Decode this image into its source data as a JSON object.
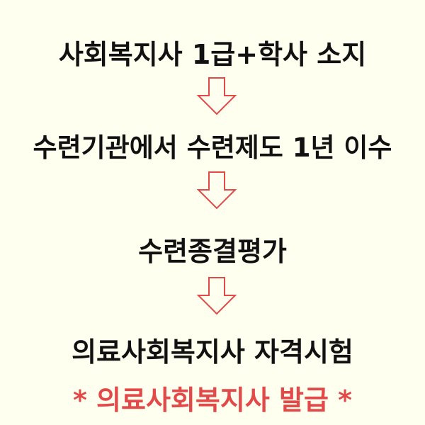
{
  "steps": [
    {
      "label": "사회복지사 1급+학사 소지"
    },
    {
      "label": "수련기관에서 수련제도 1년 이수"
    },
    {
      "label": "수련종결평가"
    },
    {
      "label": "의료사회복지사 자격시험"
    }
  ],
  "result": {
    "label": "* 의료사회복지사 발급 *"
  },
  "colors": {
    "background": "#fffff0",
    "text": "#111111",
    "arrow_stroke": "#e24a4a",
    "accent": "#e24a4a"
  },
  "icons": {
    "arrow": "down-arrow-icon"
  }
}
